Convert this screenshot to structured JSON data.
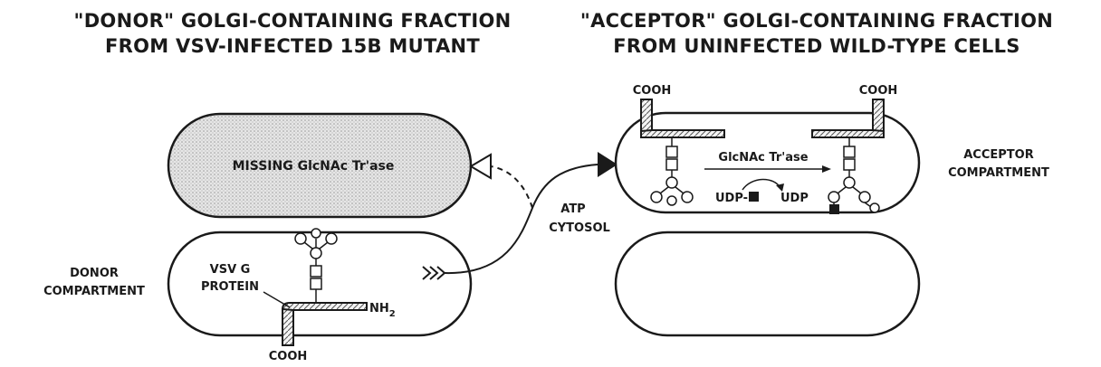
{
  "headers": {
    "donor_line1": "\"DONOR\" GOLGI-CONTAINING FRACTION",
    "donor_line2": "FROM VSV-INFECTED 15B MUTANT",
    "acceptor_line1": "\"ACCEPTOR\" GOLGI-CONTAINING FRACTION",
    "acceptor_line2": "FROM UNINFECTED WILD-TYPE CELLS"
  },
  "donor_fraction": {
    "missing_enzyme": "MISSING GlcNAc Tr'ase",
    "compartment_label_1": "DONOR",
    "compartment_label_2": "COMPARTMENT",
    "protein_label_1": "VSV G",
    "protein_label_2": "PROTEIN",
    "n_terminus": "NH",
    "n_terminus_sub": "2",
    "c_terminus": "COOH"
  },
  "transfer": {
    "condition_1": "ATP",
    "condition_2": "CYTOSOL"
  },
  "acceptor_fraction": {
    "cooh_left": "COOH",
    "cooh_right": "COOH",
    "enzyme": "GlcNAc Tr'ase",
    "udp_sugar": "UDP-",
    "udp": "UDP",
    "compartment_label_1": "ACCEPTOR",
    "compartment_label_2": "COMPARTMENT"
  },
  "colors": {
    "ink": "#1a1a1a",
    "stipple": "#d9d9d9",
    "paper": "#ffffff"
  }
}
